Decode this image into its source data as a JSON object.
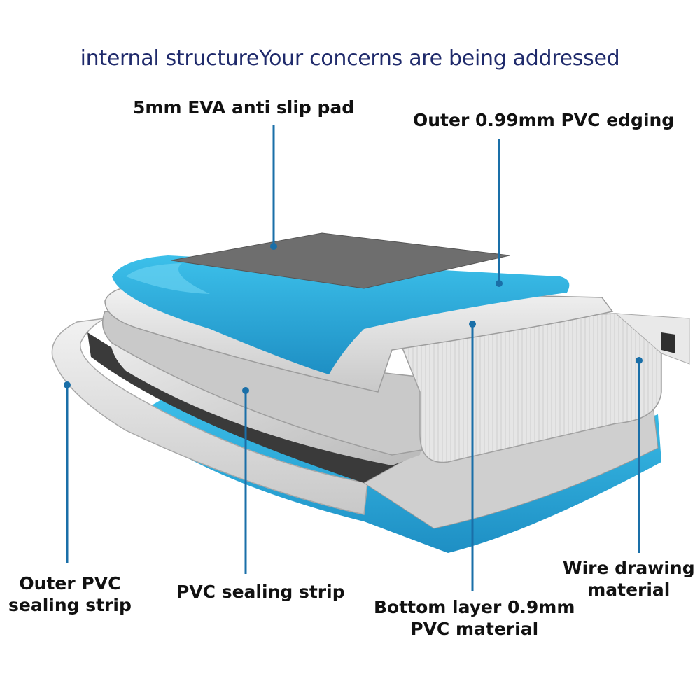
{
  "title": "internal structureYour concerns are being addressed",
  "labels": {
    "eva_pad": "5mm EVA anti slip pad",
    "outer_edging": "Outer 0.99mm PVC edging",
    "outer_sealing_line1": "Outer PVC",
    "outer_sealing_line2": "sealing strip",
    "pvc_sealing": "PVC sealing strip",
    "bottom_layer_line1": "Bottom layer 0.9mm",
    "bottom_layer_line2": "PVC material",
    "wire_drawing_line1": "Wire drawing",
    "wire_drawing_line2": "material"
  },
  "colors": {
    "title": "#1f2a6b",
    "leader_line": "#1a6fa8",
    "board_blue": "#2aa9d8",
    "eva_gray": "#6e6e6e",
    "pvc_light": "#dcdcdc",
    "core_gray": "#bdbdbd",
    "strip_dark": "#3a3a3a"
  }
}
